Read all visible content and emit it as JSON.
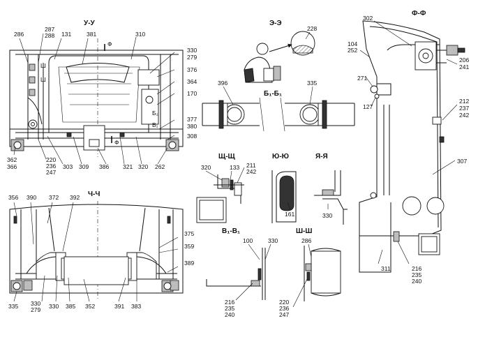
{
  "sections": {
    "uu": "У-У",
    "ee": "Э-Э",
    "ff": "Ф-Ф",
    "b1b1_top": "Б₁-Б₁",
    "shsh_upper": "Щ-Щ",
    "yuyu": "Ю-Ю",
    "yaya": "Я-Я",
    "chch": "Ч-Ч",
    "v1v1": "В₁-В₁",
    "shsh_lower": "Ш-Ш"
  },
  "cut_marks": {
    "f": "Ф",
    "sh": "Ш",
    "b1": "Б₁",
    "v1": "В₁"
  },
  "labels": {
    "uu": [
      "286",
      "287",
      "288",
      "131",
      "381",
      "310",
      "330",
      "279",
      "376",
      "364",
      "170",
      "377",
      "380",
      "308",
      "362",
      "366",
      "220",
      "236",
      "247",
      "303",
      "309",
      "386",
      "321",
      "320",
      "262"
    ],
    "ee": [
      "228"
    ],
    "b1": [
      "396",
      "335"
    ],
    "shch": [
      "320",
      "133",
      "211",
      "242"
    ],
    "yuyu": [
      "161"
    ],
    "yaya": [
      "330"
    ],
    "chch": [
      "356",
      "390",
      "372",
      "392",
      "375",
      "359",
      "389",
      "335",
      "330",
      "279",
      "385",
      "352",
      "391",
      "383",
      "330"
    ],
    "v1": [
      "100",
      "330",
      "216",
      "235",
      "240"
    ],
    "sh": [
      "286",
      "220",
      "236",
      "247"
    ],
    "ff": [
      "302",
      "104",
      "252",
      "206",
      "241",
      "271",
      "127",
      "212",
      "237",
      "242",
      "307",
      "311",
      "216",
      "235",
      "240"
    ]
  }
}
